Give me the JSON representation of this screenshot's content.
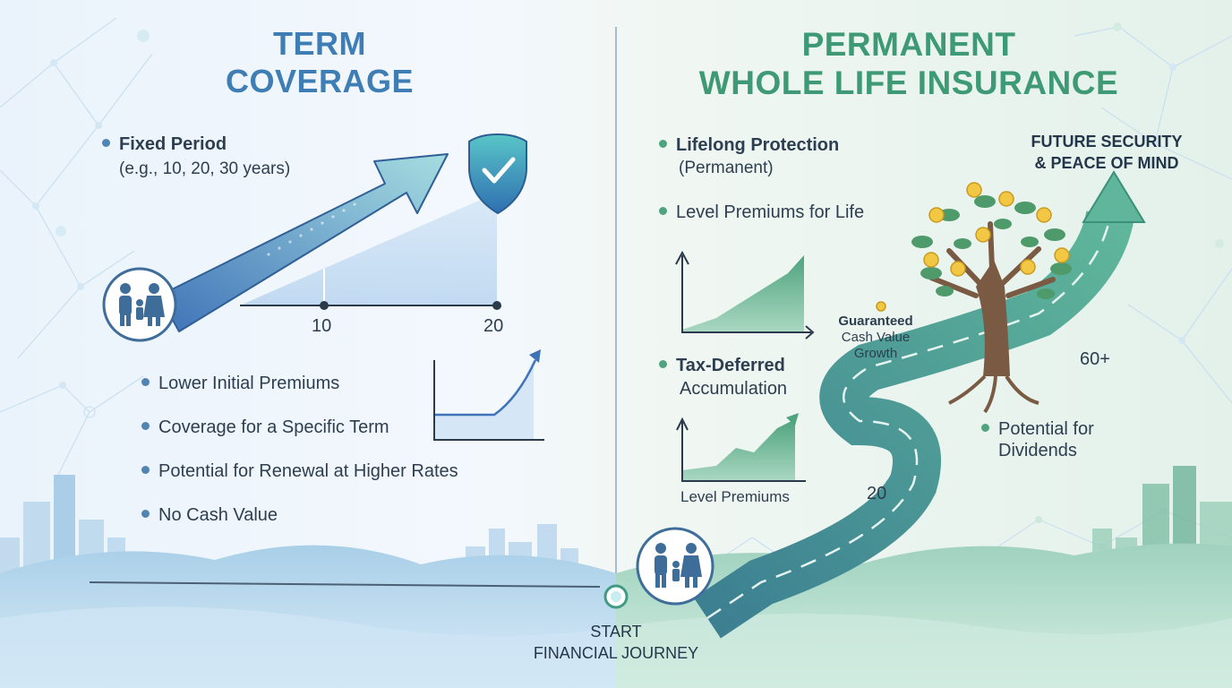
{
  "left": {
    "title_line1": "TERM",
    "title_line2": "COVERAGE",
    "fixed_period": "Fixed Period",
    "fixed_period_example": "(e.g., 10, 20, 30 years)",
    "tick_10": "10",
    "tick_20": "20",
    "bullets": [
      "Lower Initial Premiums",
      "Coverage for a Specific Term",
      "Potential for Renewal at Higher Rates",
      "No Cash Value"
    ]
  },
  "right": {
    "title_line1": "PERMANENT",
    "title_line2": "WHOLE LIFE INSURANCE",
    "lifelong": "Lifelong Protection",
    "lifelong_sub": "(Permanent)",
    "level_premiums_life": "Level Premiums for Life",
    "tax_deferred": "Tax-Deferred",
    "accumulation": "Accumulation",
    "level_premiums": "Level Premiums",
    "guaranteed": "Guaranteed",
    "cash_value": "Cash Value",
    "growth": "Growth",
    "future_line1": "FUTURE SECURITY",
    "future_line2": "& PEACE OF MIND",
    "age_60": "60+",
    "age_20": "20",
    "dividends_line1": "Potential for",
    "dividends_line2": "Dividends"
  },
  "start": {
    "line1": "START",
    "line2": "FINANCIAL JOURNEY"
  },
  "colors": {
    "left_accent": "#3f7db5",
    "right_accent": "#3d9a75",
    "road": "#4a9a8c"
  }
}
